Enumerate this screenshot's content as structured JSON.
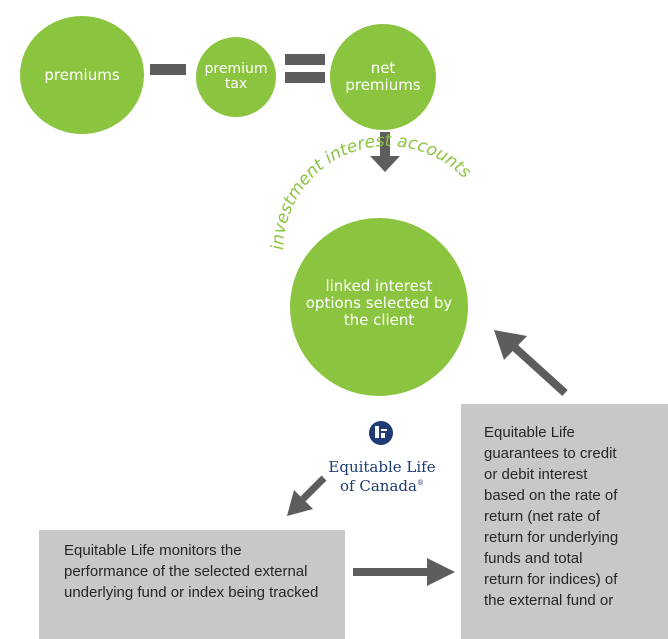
{
  "circles": {
    "premiums": "premiums",
    "premium_tax": "premium\ntax",
    "net_premiums": "net\npremiums",
    "linked_interest": "linked interest\noptions selected by\nthe client"
  },
  "arc_label": "investment interest accounts",
  "logo": {
    "line1": "Equitable Life",
    "line2": "of Canada",
    "trademark": "®"
  },
  "boxes": {
    "monitor": "Equitable Life monitors the performance of the selected external underlying fund or index being tracked",
    "guarantee": "Equitable Life\nguarantees to credit\nor  debit interest\nbased on  the rate of\nreturn (net  rate of\nreturn for  underlying\nfunds and  total\nreturn for indices)  of\nthe external fund or"
  },
  "colors": {
    "circle": "#8bc53f",
    "arc_text": "#8bc53f",
    "arrow": "#5d5d5d",
    "box": "#c8c8c8",
    "logo": "#1f3b73"
  }
}
